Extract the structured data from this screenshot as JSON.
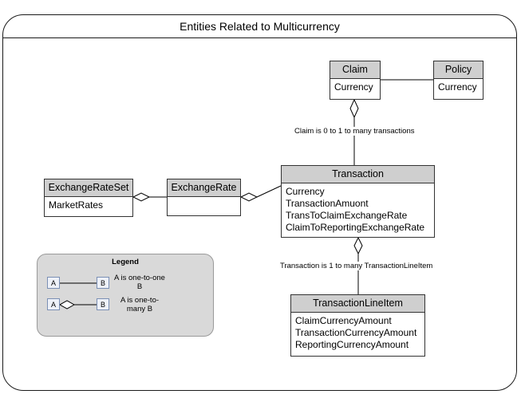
{
  "title": "Entities Related to Multicurrency",
  "entities": {
    "claim": {
      "name": "Claim",
      "fields": [
        "Currency"
      ]
    },
    "policy": {
      "name": "Policy",
      "fields": [
        "Currency"
      ]
    },
    "transaction": {
      "name": "Transaction",
      "fields": [
        "Currency",
        "TransactionAmuont",
        "TransToClaimExchangeRate",
        "ClaimToReportingExchangeRate"
      ]
    },
    "exchange_rate_set": {
      "name": "ExchangeRateSet",
      "fields": [
        "MarketRates"
      ]
    },
    "exchange_rate": {
      "name": "ExchangeRate",
      "fields": []
    },
    "transaction_line_item": {
      "name": "TransactionLineItem",
      "fields": [
        "ClaimCurrencyAmount",
        "TransactionCurrencyAmount",
        "ReportingCurrencyAmount"
      ]
    }
  },
  "relationship_labels": {
    "claim_transaction": "Claim is 0 to 1 to many transactions",
    "transaction_line_item": "Transaction is 1 to many TransactionLineItem"
  },
  "legend": {
    "title": "Legend",
    "box_a": "A",
    "box_b": "B",
    "one_to_one": "A is one-to-one B",
    "one_to_many": "A is one-to-many B"
  }
}
